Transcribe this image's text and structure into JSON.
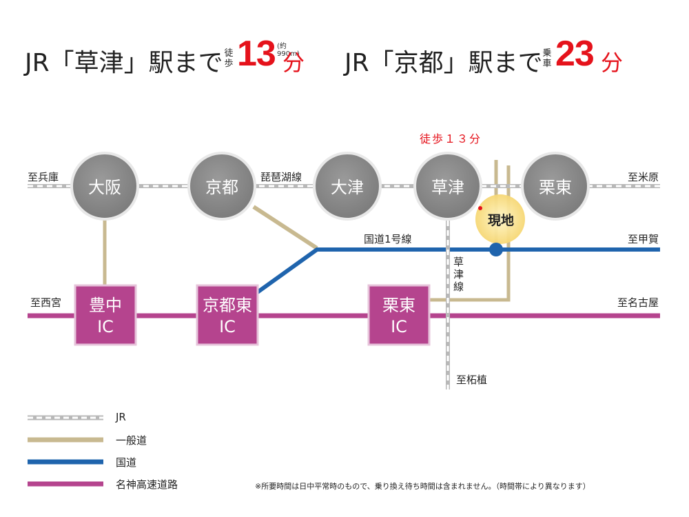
{
  "header": {
    "kusatsu": {
      "prefix": "JR「草津」駅まで",
      "mode_top": "徒",
      "mode_bottom": "歩",
      "minutes": "13",
      "unit": "分",
      "distance": "(約990m)"
    },
    "kyoto": {
      "prefix": "JR「京都」駅まで",
      "mode_top": "乗",
      "mode_bottom": "車",
      "minutes": "23",
      "unit": "分"
    }
  },
  "walk_label": "徒歩１３分",
  "stations": [
    {
      "name": "大阪"
    },
    {
      "name": "京都"
    },
    {
      "name": "大津"
    },
    {
      "name": "草津"
    },
    {
      "name": "栗東"
    }
  ],
  "line_labels": {
    "biwako": "琵琶湖線",
    "route1": "国道1号線",
    "kusatsu_line_1": "草",
    "kusatsu_line_2": "津",
    "kusatsu_line_3": "線"
  },
  "destinations": {
    "hyogo": "至兵庫",
    "maibara": "至米原",
    "koka": "至甲賀",
    "nishinomiya": "至西宮",
    "nagoya": "至名古屋",
    "tsuge": "至柘植"
  },
  "interchanges": [
    {
      "line1": "豊中",
      "line2": "IC"
    },
    {
      "line1": "京都東",
      "line2": "IC"
    },
    {
      "line1": "栗東",
      "line2": "IC"
    }
  ],
  "site_label": "現地",
  "legend": [
    {
      "label": "JR"
    },
    {
      "label": "一般道"
    },
    {
      "label": "国道"
    },
    {
      "label": "名神高速道路"
    }
  ],
  "note": "※所要時間は日中平常時のもので、乗り換え待ち時間は含まれません。（時間帯により異なります）",
  "colors": {
    "jr": "#bdbdbd",
    "general_road": "#c8b990",
    "national_road": "#1f64ad",
    "expressway": "#b5448e",
    "station": "#8a8a8a",
    "accent": "#e5121b"
  }
}
